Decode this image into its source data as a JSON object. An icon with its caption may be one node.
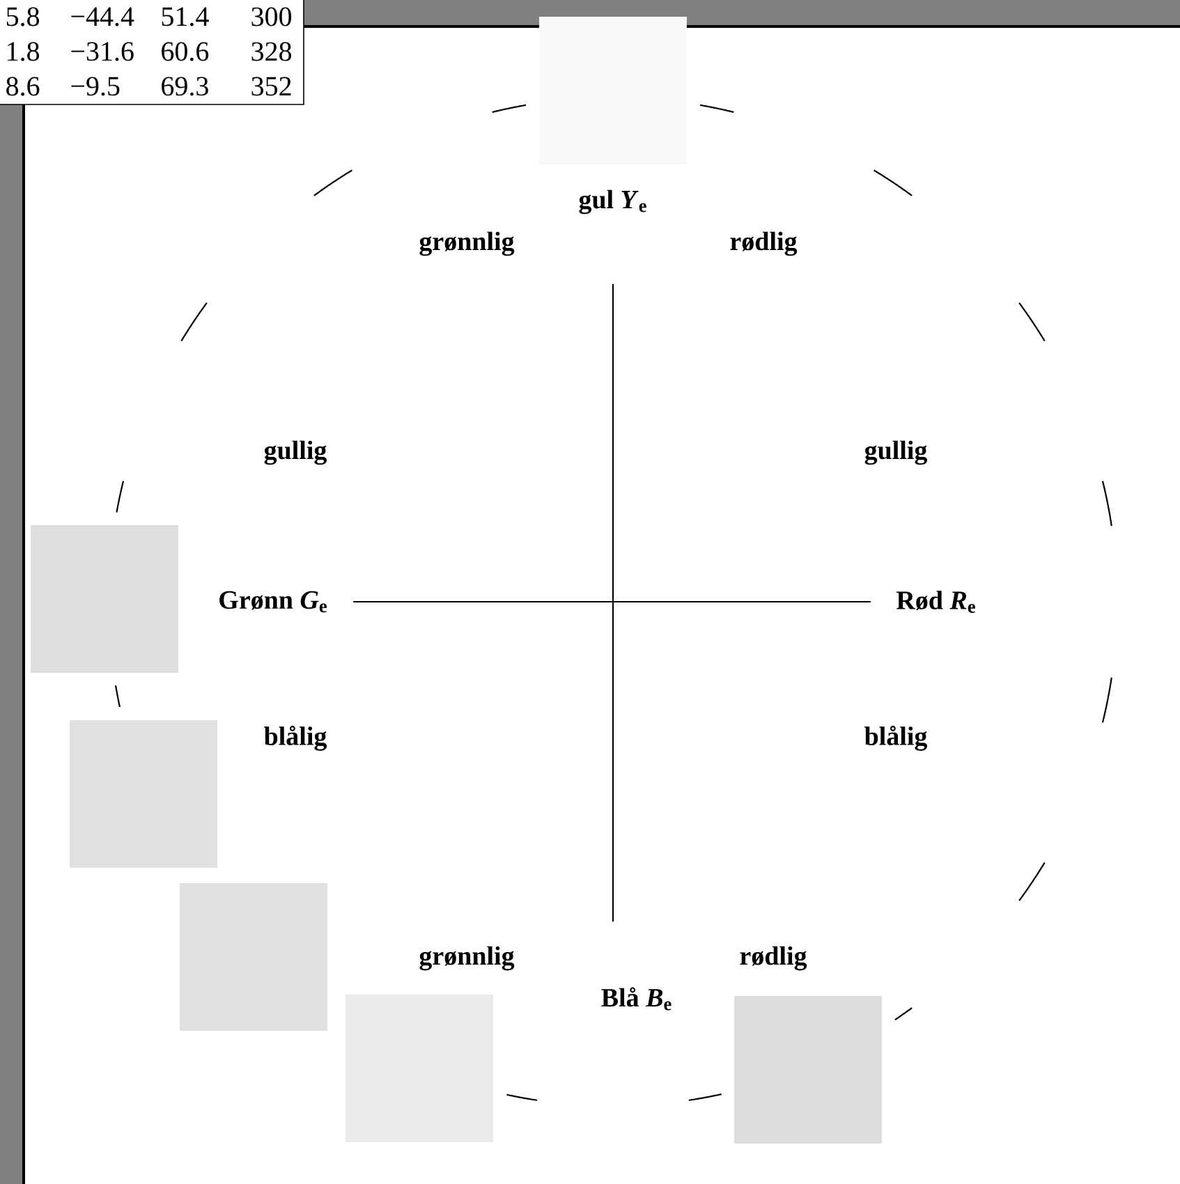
{
  "diagram": {
    "nodes": [
      {
        "text": [
          "gul *Y*$_{e}$"
        ]
      },
      {
        "text": [
          "Grønn *G*$_{e}$"
        ]
      },
      {
        "text": [
          "Rød *R*$_{e}$"
        ]
      },
      {
        "text": [
          "Blå *B*$_{e}$"
        ]
      }
    ],
    "edges": [
      {
        "from": 0,
        "to": 3,
        "arrow": "none"
      },
      {
        "from": 1,
        "to": 2,
        "arrow": "none"
      }
    ],
    "labels": [
      "5.8",
      "−44.4",
      "51.4",
      "300",
      "1.8",
      "−31.6",
      "60.6",
      "328",
      "8.6",
      "−9.5",
      "69.3",
      "352",
      "grønnlig",
      "rødlig",
      "gullig",
      "gullig",
      "blålig",
      "blålig",
      "grønnlig",
      "rødlig"
    ]
  }
}
